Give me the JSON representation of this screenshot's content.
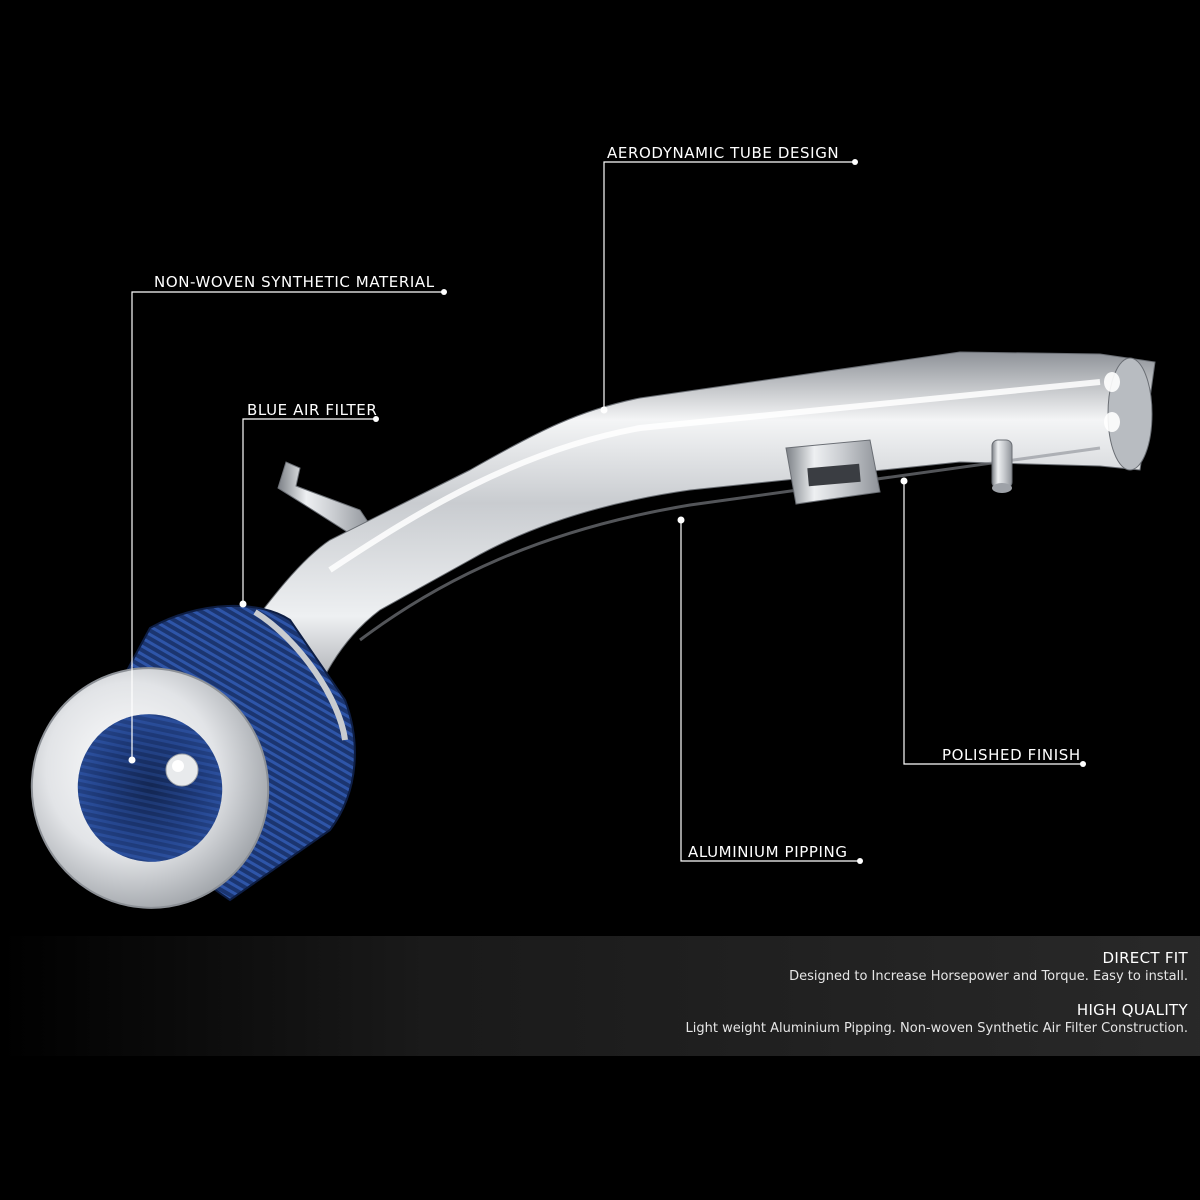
{
  "callouts": {
    "tube": "AERODYNAMIC TUBE DESIGN",
    "material": "NON-WOVEN SYNTHETIC MATERIAL",
    "filter": "BLUE AIR FILTER",
    "finish": "POLISHED FINISH",
    "pipe": "ALUMINIUM PIPPING"
  },
  "features": [
    {
      "title": "DIRECT FIT",
      "description": "Designed to Increase Horsepower and Torque. Easy to install."
    },
    {
      "title": "HIGH QUALITY",
      "description": "Light weight Aluminium Pipping. Non-woven Synthetic Air Filter Construction."
    }
  ],
  "colors": {
    "background": "#000000",
    "filter_blue": "#1e3a78",
    "metal": "#d9dbde",
    "text": "#ffffff"
  }
}
